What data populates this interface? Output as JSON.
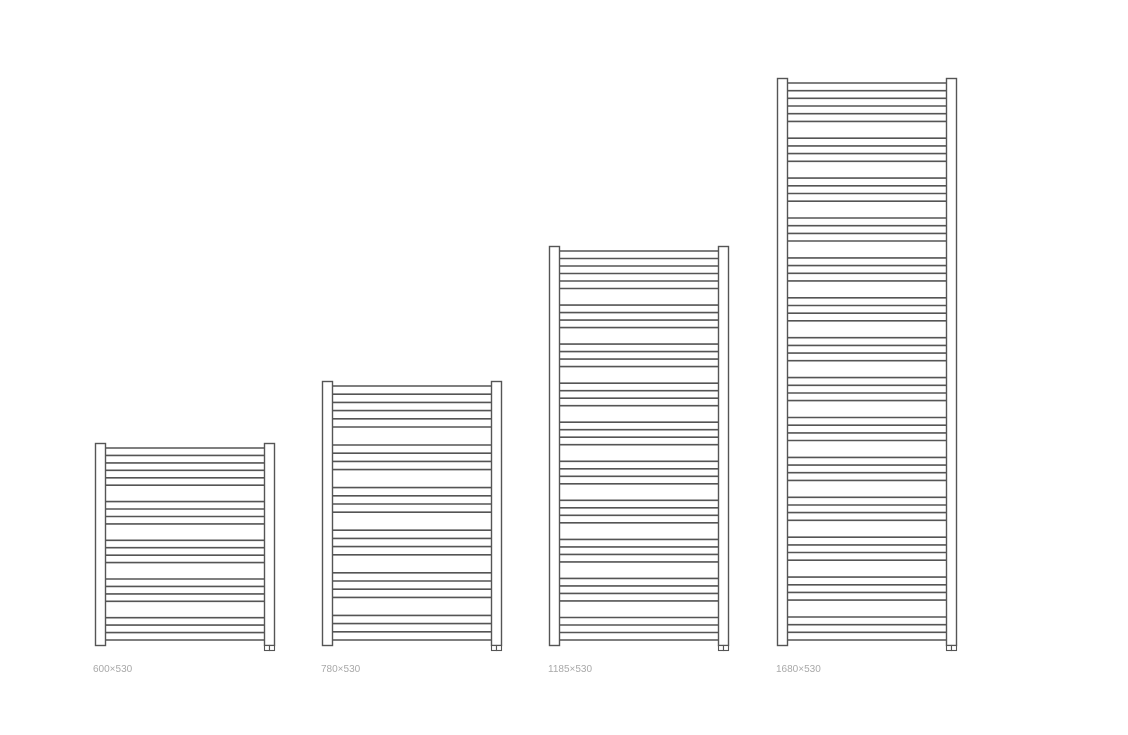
{
  "radiators": [
    {
      "label": "600×530",
      "pattern": [
        6,
        4,
        4,
        4,
        4
      ]
    },
    {
      "label": "780×530",
      "pattern": [
        6,
        4,
        4,
        4,
        4,
        4
      ]
    },
    {
      "label": "1185×530",
      "pattern": [
        6,
        4,
        4,
        4,
        4,
        4,
        4,
        4,
        4,
        4
      ]
    },
    {
      "label": "1680×530",
      "pattern": [
        6,
        4,
        4,
        4,
        4,
        4,
        4,
        4,
        4,
        4,
        4,
        4,
        4,
        4
      ]
    }
  ],
  "colors": {
    "stroke": "#555555",
    "label": "#a8a8a8",
    "background": "#ffffff"
  }
}
